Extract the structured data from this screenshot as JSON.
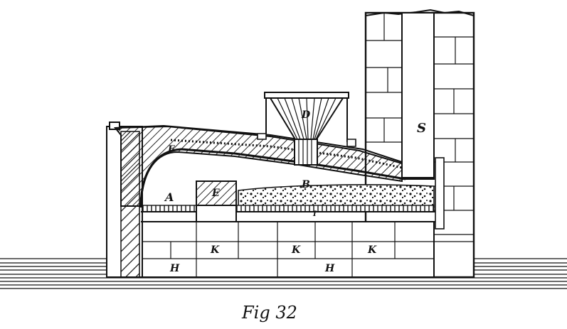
{
  "figure": {
    "caption": "Fig 32",
    "labels": {
      "A": "A",
      "B": "B",
      "D": "D",
      "E": "E",
      "F": "F",
      "I": "I",
      "K1": "K",
      "K2": "K",
      "K3": "K",
      "H1": "H",
      "H2": "H",
      "S": "S"
    }
  }
}
